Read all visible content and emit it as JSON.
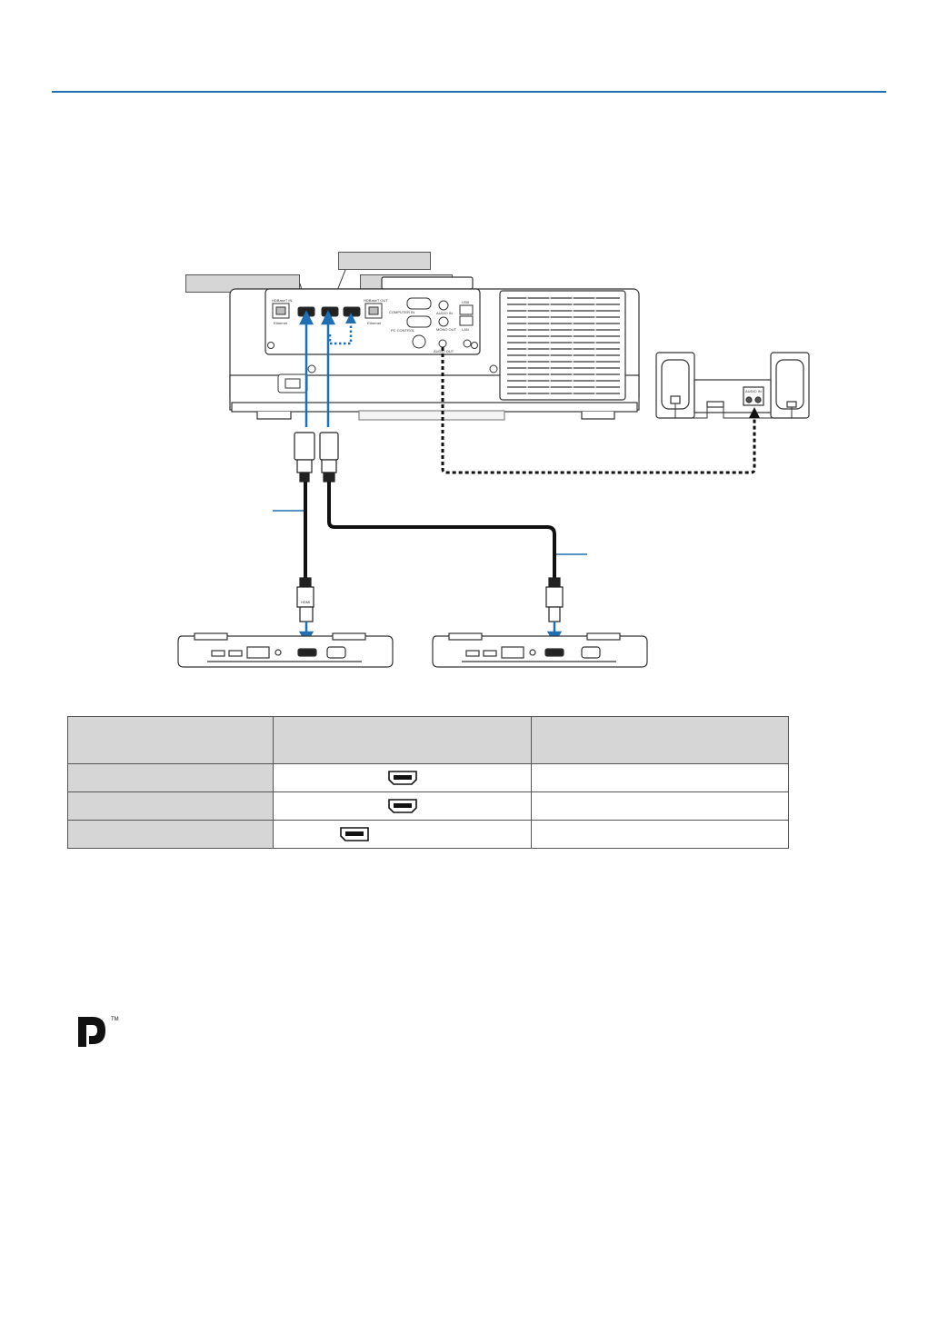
{
  "diagram": {
    "projector_labels": {
      "hdbaset_in": "HDBaseT IN",
      "ethernet": "Ethernet",
      "hdbaset_out": "HDBaseT OUT",
      "computer_in": "COMPUTER IN",
      "audio_in": "AUDIO IN",
      "pc_control": "PC CONTROL",
      "mono_out": "MONO OUT",
      "usb": "USB",
      "lan": "LAN",
      "audio_out": "AUDIO OUT"
    },
    "speaker_label": "AUDIO IN",
    "plug_label": "HDMI"
  },
  "table": {
    "headers": [
      "",
      "",
      ""
    ],
    "rows": [
      {
        "label": "",
        "value": ""
      },
      {
        "label": "",
        "value": ""
      },
      {
        "label": "",
        "value": ""
      }
    ]
  },
  "logo": {
    "trademark": "TM"
  },
  "colors": {
    "accent": "#1f6fb1",
    "callout_fill": "#d6d6d6",
    "outline": "#333333"
  }
}
